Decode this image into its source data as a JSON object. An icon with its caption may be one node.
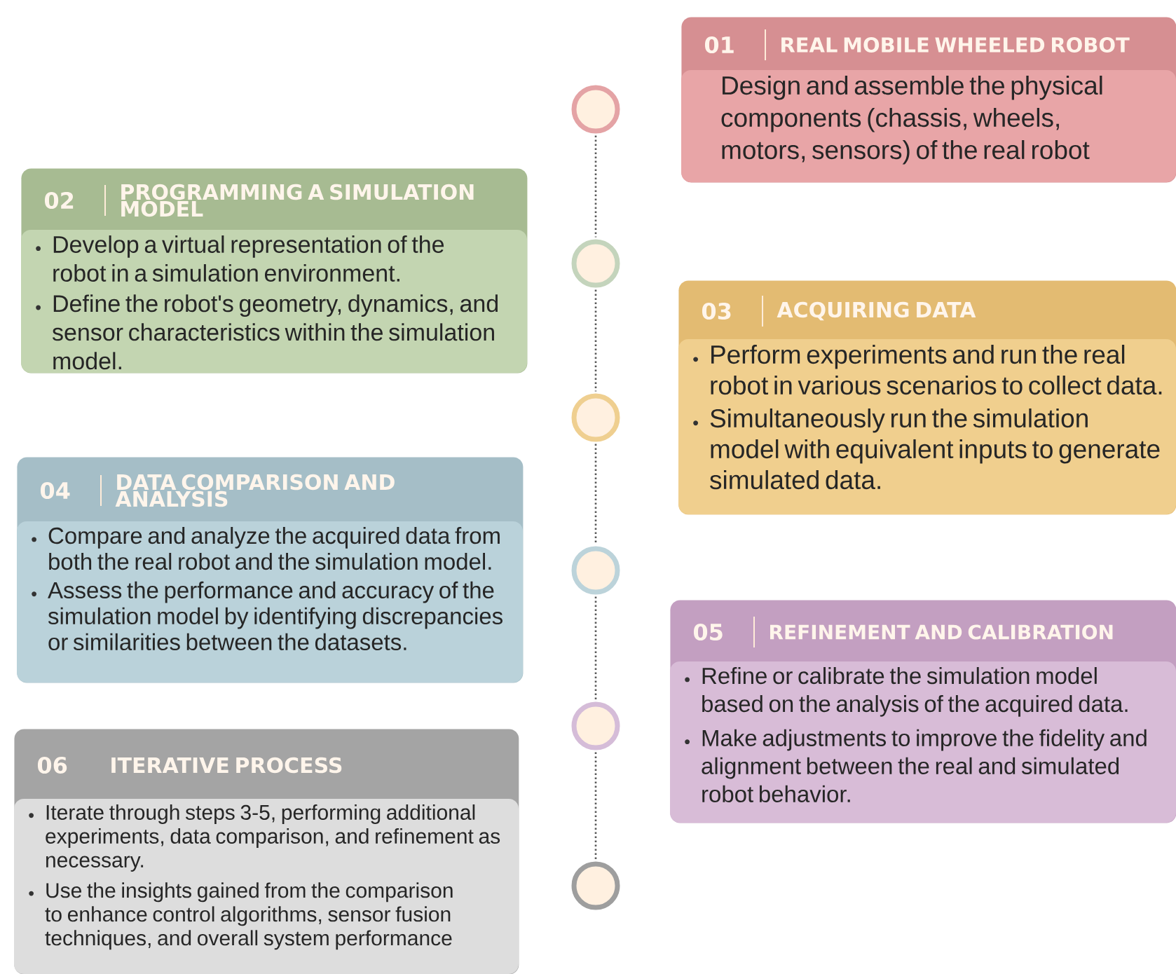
{
  "diagram": {
    "nodes": [
      {
        "text": [
          "01",
          "REAL MOBILE WHEELED ROBOT",
          "Design and assemble the physical components (chassis, wheels, motors, sensors) of the real robot"
        ]
      },
      {
        "text": [
          "02",
          "PROGRAMMING A SIMULATION MODEL",
          "Develop a virtual representation of the robot in a simulation environment.",
          "Define the robot's geometry, dynamics, and sensor characteristics within the simulation model."
        ]
      },
      {
        "text": [
          "03",
          "ACQUIRING DATA",
          "Perform experiments and run the real robot in various scenarios to collect data.",
          "Simultaneously run the simulation model with equivalent inputs to generate simulated data."
        ]
      },
      {
        "text": [
          "04",
          "DATA COMPARISON AND ANALYSIS",
          "Compare and analyze the acquired data from both the real robot and the simulation model.",
          "Assess the performance and accuracy of the simulation model by identifying discrepancies or similarities between the datasets."
        ]
      },
      {
        "text": [
          "05",
          "REFINEMENT AND CALIBRATION",
          "Refine or calibrate the simulation model based on the analysis of the acquired data.",
          "Make adjustments to improve the fidelity and alignment between the real and simulated robot behavior."
        ]
      },
      {
        "text": [
          "06",
          "ITERATIVE PROCESS",
          "Iterate through steps 3-5, performing additional experiments, data comparison, and refinement as necessary.",
          "Use the insights gained from the comparison to enhance control algorithms, sensor fusion techniques, and overall system performance"
        ]
      },
      {
        "text": [],
        "shape": "circle"
      },
      {
        "text": [],
        "shape": "circle"
      },
      {
        "text": [],
        "shape": "circle"
      },
      {
        "text": [],
        "shape": "circle"
      },
      {
        "text": [],
        "shape": "circle"
      },
      {
        "text": [],
        "shape": "circle"
      }
    ],
    "edges": [
      {
        "from": 6,
        "to": 7,
        "arrow": "none",
        "style": "dashed"
      },
      {
        "from": 7,
        "to": 8,
        "arrow": "none",
        "style": "dashed"
      },
      {
        "from": 8,
        "to": 9,
        "arrow": "none",
        "style": "dashed"
      },
      {
        "from": 9,
        "to": 10,
        "arrow": "none",
        "style": "dashed"
      },
      {
        "from": 10,
        "to": 11,
        "arrow": "none",
        "style": "dashed"
      }
    ]
  }
}
